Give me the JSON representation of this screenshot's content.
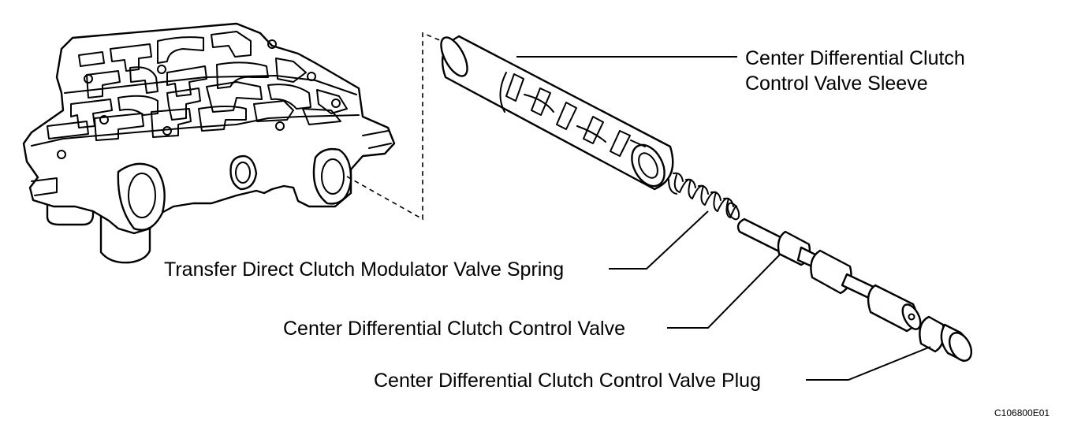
{
  "labels": {
    "sleeve_line1": "Center Differential Clutch",
    "sleeve_line2": "Control Valve Sleeve",
    "spring": "Transfer Direct Clutch Modulator Valve Spring",
    "valve": "Center Differential Clutch Control Valve",
    "plug": "Center Differential Clutch Control Valve Plug"
  },
  "figure_code": "C106800E01"
}
